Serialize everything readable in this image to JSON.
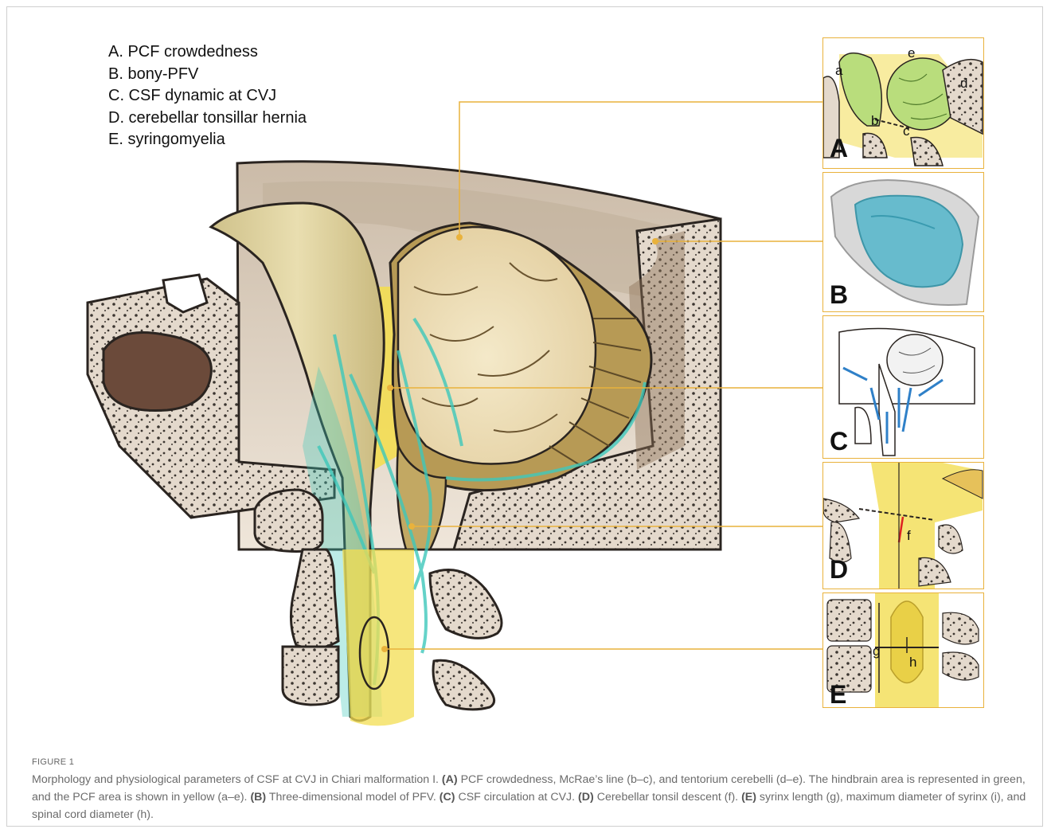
{
  "legend": [
    "A. PCF crowdedness",
    "B. bony-PFV",
    "C. CSF dynamic at CVJ",
    "D. cerebellar tonsillar hernia",
    "E. syringomyelia"
  ],
  "panels": [
    {
      "letter": "A",
      "labels": [
        "a",
        "b",
        "c",
        "d",
        "e"
      ]
    },
    {
      "letter": "B"
    },
    {
      "letter": "C"
    },
    {
      "letter": "D",
      "labels": [
        "f"
      ]
    },
    {
      "letter": "E",
      "labels": [
        "g",
        "h"
      ]
    }
  ],
  "figure_label": "FIGURE 1",
  "caption": {
    "intro": "Morphology and physiological parameters of CSF at CVJ in Chiari malformation I. ",
    "parts": [
      {
        "tag": "(A)",
        "text": " PCF crowdedness, McRae’s line (b–c), and tentorium cerebelli (d–e). The hindbrain area is represented in green, and the PCF area is shown in yellow (a–e). "
      },
      {
        "tag": "(B)",
        "text": " Three-dimensional model of PFV. "
      },
      {
        "tag": "(C)",
        "text": " CSF circulation at CVJ. "
      },
      {
        "tag": "(D)",
        "text": " Cerebellar tonsil descent (f). "
      },
      {
        "tag": "(E)",
        "text": " syrinx length (g), maximum diameter of syrinx (i), and spinal cord diameter (h)."
      }
    ]
  },
  "colors": {
    "leader_line": "#e9b23c",
    "pcf_yellow": "#f3dd52",
    "hindbrain_green": "#b9dd7c",
    "csf_flow": "#3ec8bb",
    "bone": "#e7ddd1",
    "bony_pfv_model": "#5bb8cc"
  }
}
